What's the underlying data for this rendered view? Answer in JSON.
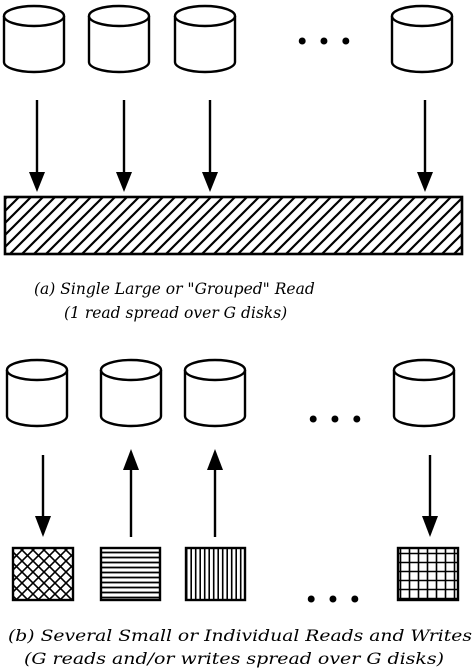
{
  "panel_a": {
    "caption_line1": "(a) Single Large or \"Grouped\" Read",
    "caption_line2": "(1 read spread over G disks)",
    "arrows": [
      "down",
      "down",
      "down",
      "down"
    ]
  },
  "panel_b": {
    "caption_line1": "(b) Several Small or Individual Reads and Writes",
    "caption_line2": "(G reads and/or writes spread over G disks)",
    "arrows": [
      "down",
      "up",
      "up",
      "down"
    ],
    "blocks": [
      "crosshatch",
      "horizontal-lines",
      "vertical-lines",
      "grid"
    ]
  },
  "ellipsis": "• • •",
  "colors": {
    "ink": "#000000",
    "background": "#ffffff"
  }
}
